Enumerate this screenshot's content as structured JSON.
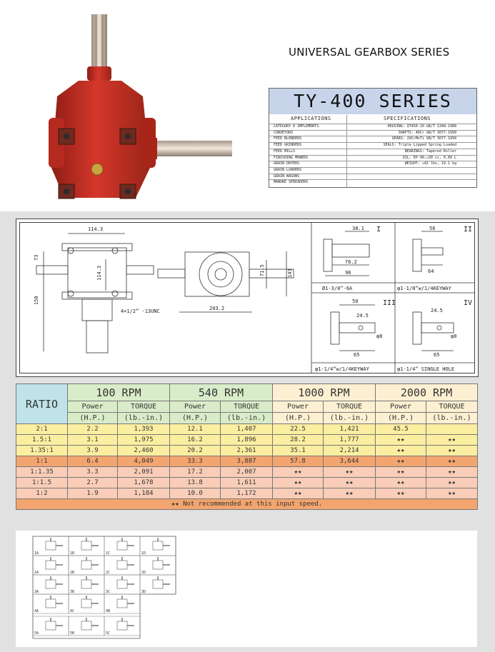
{
  "header": {
    "series_heading": "UNIVERSAL GEARBOX SERIES",
    "card_title": "TY-400 SERIES",
    "applications_label": "APPLICATIONS",
    "specifications_label": "SPECIFICATIONS",
    "applications": [
      "CATEGORY 0 IMPLEMENTS",
      "CONVEYORS",
      "FEED BLENDERS",
      "FEED GRINDERS",
      "FEED MILLS",
      "FINISHING MOWERS",
      "GRAIN DRYERS",
      "GRAIN LOADERS",
      "GRAIN WAGONS",
      "MANURE SPREADERS"
    ],
    "specifications": [
      "HOUSING: QT450-10 GB/T 1348-1988",
      "SHAFTS: 40Cr GB/T 3077-1999",
      "GEARS: 20CrMnTi GB/T 3077-1999",
      "SEALS: Triple Lipped Spring Loaded",
      "BEARINGS: Tapered Roller",
      "OIL: EP-90,≈30 cc, 0.89 L",
      "WEIGHT: ≈42 lbs, 19.1 kg"
    ]
  },
  "drawings": {
    "main_dims": {
      "d_114_3_top": "114.3",
      "d_73": "73",
      "d_150": "150",
      "d_114_3_v": "114.3",
      "bolt": "4×1/2” -13UNC",
      "d_71_5": "71.5",
      "d_143": "143",
      "d_203_2": "203.2"
    },
    "shafts": [
      {
        "roman": "I",
        "d1": "38.1",
        "d2": "76.2",
        "d3": "96",
        "caption": "Ø1-3/8”-6A"
      },
      {
        "roman": "II",
        "d1": "56",
        "d2": "64",
        "caption": "φ1-1/8”w/1/4KEYWAY"
      },
      {
        "roman": "III",
        "d1": "50",
        "d2": "24.5",
        "d3": "φ8",
        "d4": "65",
        "caption": "φ1-1/4”w/1/4KEYWAY"
      },
      {
        "roman": "IV",
        "d1": "24.5",
        "d2": "φ8",
        "d3": "65",
        "caption": "φ1-1/4” SINGLE HOLE"
      }
    ]
  },
  "table": {
    "ratio_label": "RATIO",
    "rpm_headers": [
      "100 RPM",
      "540 RPM",
      "1000 RPM",
      "2000 RPM"
    ],
    "power_label": "Power",
    "torque_label": "TORQUE",
    "power_unit": "(H.P.)",
    "torque_unit": "(lb.-in.)",
    "rows": [
      {
        "ratio": "2:1",
        "v": [
          "2.2",
          "1,393",
          "12.1",
          "1,407",
          "22.5",
          "1,421",
          "45.5",
          ""
        ]
      },
      {
        "ratio": "1.5:1",
        "v": [
          "3.1",
          "1,975",
          "16.2",
          "1,896",
          "28.2",
          "1,777",
          "★★",
          "★★"
        ]
      },
      {
        "ratio": "1.35:1",
        "v": [
          "3.9",
          "2,460",
          "20.2",
          "2,361",
          "35.1",
          "2,214",
          "★★",
          "★★"
        ]
      },
      {
        "ratio": "1:1",
        "v": [
          "6.4",
          "4,049",
          "33.3",
          "3,887",
          "57.8",
          "3,644",
          "★★",
          "★★"
        ]
      },
      {
        "ratio": "1:1.35",
        "v": [
          "3.3",
          "2,091",
          "17.2",
          "2,007",
          "★★",
          "★★",
          "★★",
          "★★"
        ]
      },
      {
        "ratio": "1:1.5",
        "v": [
          "2.7",
          "1,678",
          "13.8",
          "1,611",
          "★★",
          "★★",
          "★★",
          "★★"
        ]
      },
      {
        "ratio": "1:2",
        "v": [
          "1.9",
          "1,184",
          "10.0",
          "1,172",
          "★★",
          "★★",
          "★★",
          "★★"
        ]
      }
    ],
    "footnote": "★★ Not recommended at this input speed."
  },
  "configs": {
    "labels": [
      "1A",
      "1B",
      "1C",
      "1D",
      "2A",
      "2B",
      "2C",
      "2D",
      "3A",
      "3B",
      "3C",
      "3D",
      "4A",
      "4C",
      "4B",
      "5A",
      "5B",
      "5C"
    ]
  }
}
